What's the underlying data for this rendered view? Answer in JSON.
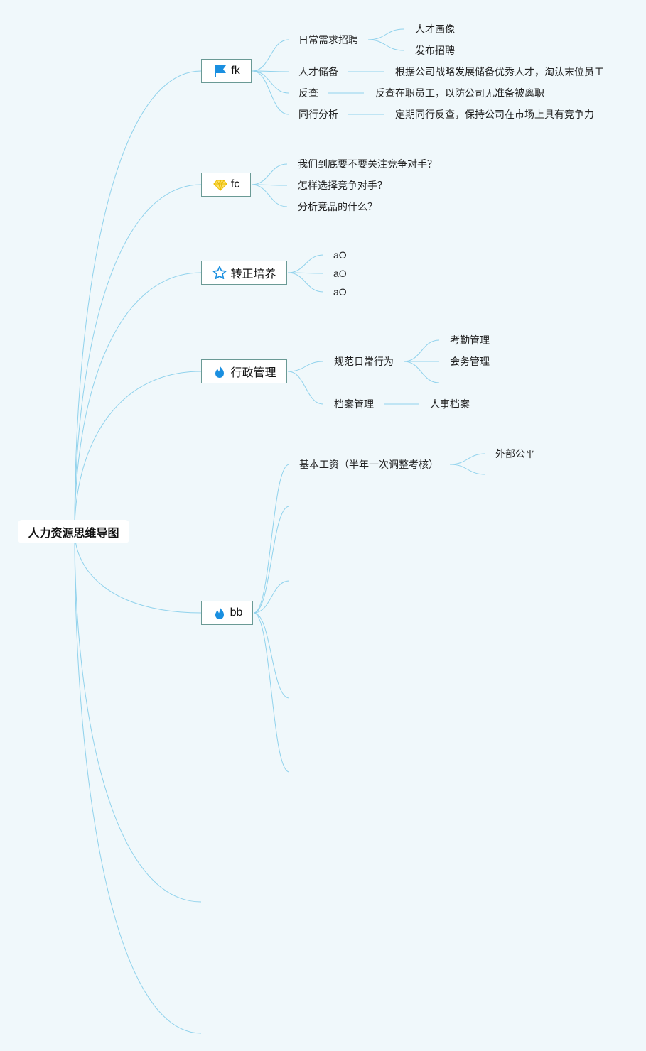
{
  "root": {
    "title": "人力资源思维导图"
  },
  "colors": {
    "background": "#f0f8fb",
    "line": "#90d2ec",
    "topic_border": "#6a9a95"
  },
  "topics": {
    "fk": {
      "label": "fk",
      "icon": "flag-icon",
      "children": [
        {
          "label": "日常需求招聘",
          "children": [
            "人才画像",
            "发布招聘"
          ]
        },
        {
          "label": "人才储备",
          "children": [
            "根据公司战略发展储备优秀人才，淘汰末位员工"
          ]
        },
        {
          "label": "反查",
          "children": [
            "反查在职员工，以防公司无准备被离职"
          ]
        },
        {
          "label": "同行分析",
          "children": [
            "定期同行反查，保持公司在市场上具有竞争力"
          ]
        }
      ]
    },
    "fc": {
      "label": "fc",
      "icon": "diamond-icon",
      "children": [
        "我们到底要不要关注竞争对手？",
        "怎样选择竞争对手？",
        "分析竞品的什么？"
      ]
    },
    "zhuanzheng": {
      "label": "转正培养",
      "icon": "star-icon",
      "children": [
        "aO",
        "aO",
        "aO"
      ]
    },
    "xingzheng": {
      "label": "行政管理",
      "icon": "fire-icon",
      "children": [
        {
          "label": "规范日常行为",
          "children": [
            "考勤管理",
            "会务管理"
          ]
        },
        {
          "label": "档案管理",
          "children": [
            "人事档案"
          ]
        }
      ]
    },
    "bb": {
      "label": "bb",
      "icon": "fire-icon",
      "children": [
        {
          "label": "基本工资（半年一次调整考核）",
          "children": [
            "外部公平"
          ]
        }
      ]
    }
  }
}
